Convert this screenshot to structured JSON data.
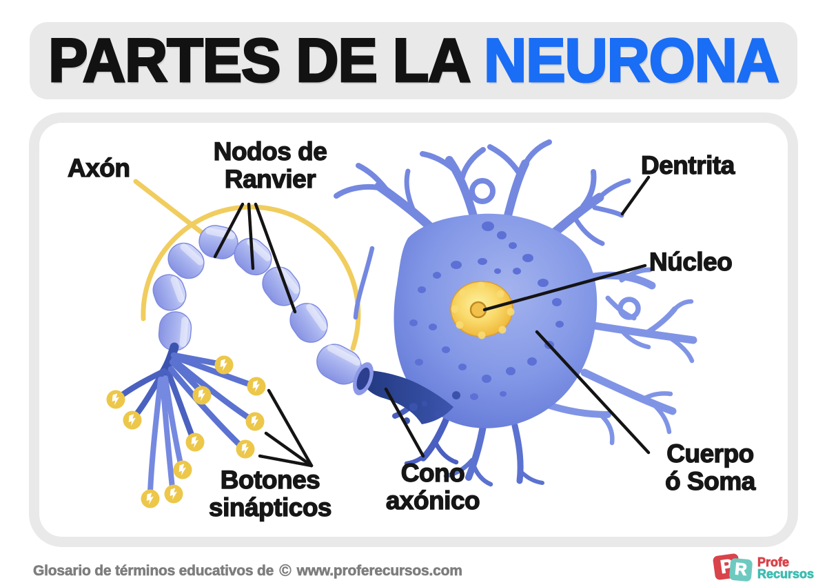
{
  "title": {
    "text_black": "PARTES DE LA ",
    "text_blue": "NEURONA"
  },
  "diagram": {
    "labels": {
      "axon": "Axón",
      "nodos_line1": "Nodos de",
      "nodos_line2": "Ranvier",
      "dentrita": "Dentrita",
      "nucleo": "Núcleo",
      "cuerpo_line1": "Cuerpo",
      "cuerpo_line2": "ó Soma",
      "cono_line1": "Cono",
      "cono_line2": "axónico",
      "botones_line1": "Botones",
      "botones_line2": "sinápticos"
    },
    "synaptic_button_count": 11
  },
  "footer": {
    "text": "Glosario de términos educativos de",
    "copyright_symbol": "©",
    "url": "www.proferecursos.com",
    "logo": {
      "tile1": "P",
      "tile2": "R",
      "name_line1": "Profe",
      "name_line2": "Recursos"
    }
  },
  "colors": {
    "title_blue": "#1a6df5",
    "banner_bg": "#e9e9e9",
    "neuron_blue": "#7d90e2",
    "myelin_blue": "#aab5f0",
    "dark_axon_blue": "#2e489f",
    "nucleus_yellow": "#f6c94e",
    "synapse_yellow": "#ecc74a",
    "label_black": "#161616",
    "footer_gray": "#7d7d7d",
    "logo_red": "#d9434a",
    "logo_teal": "#3fbcb2"
  }
}
